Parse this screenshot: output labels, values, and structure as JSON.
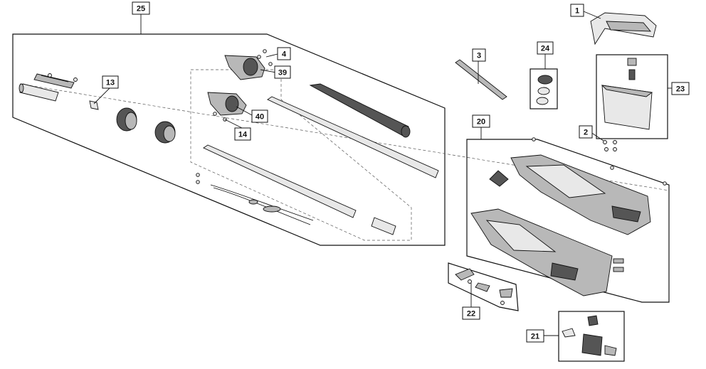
{
  "diagram": {
    "callouts": [
      "25",
      "1",
      "4",
      "39",
      "13",
      "40",
      "14",
      "3",
      "24",
      "23",
      "2",
      "20",
      "22",
      "21"
    ]
  }
}
